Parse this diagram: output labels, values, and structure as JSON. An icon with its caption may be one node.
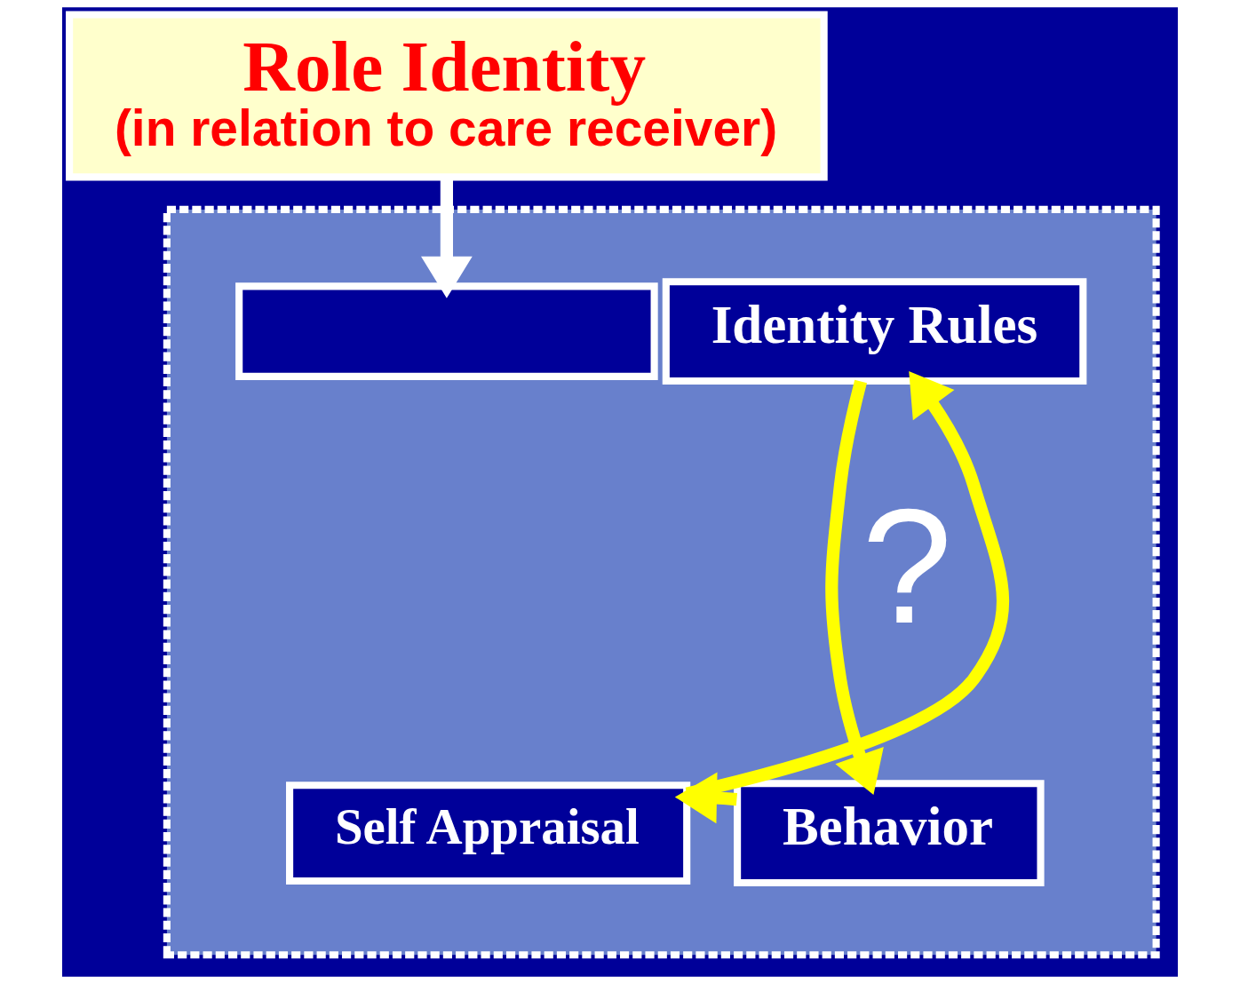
{
  "diagram": {
    "nodes": [
      {
        "text": [
          "Role Identity",
          "(in relation to care receiver)"
        ]
      },
      {
        "text": [],
        "shape": "box"
      },
      {
        "text": [],
        "shape": "box",
        "in": 1
      },
      {
        "text": [
          "Identity Rules"
        ],
        "in": 1
      },
      {
        "text": [
          "Behavior"
        ],
        "in": 1
      },
      {
        "text": [
          "Self Appraisal"
        ],
        "in": 1
      }
    ],
    "edges": [
      {
        "from": 0,
        "to": 2,
        "arrow": "to",
        "color": "#ffffff"
      },
      {
        "from": 3,
        "to": 4,
        "arrow": "to"
      },
      {
        "from": 4,
        "to": 5,
        "arrow": "to"
      },
      {
        "from": 5,
        "to": 3,
        "arrow": "to"
      }
    ],
    "labels": [
      "?"
    ]
  }
}
